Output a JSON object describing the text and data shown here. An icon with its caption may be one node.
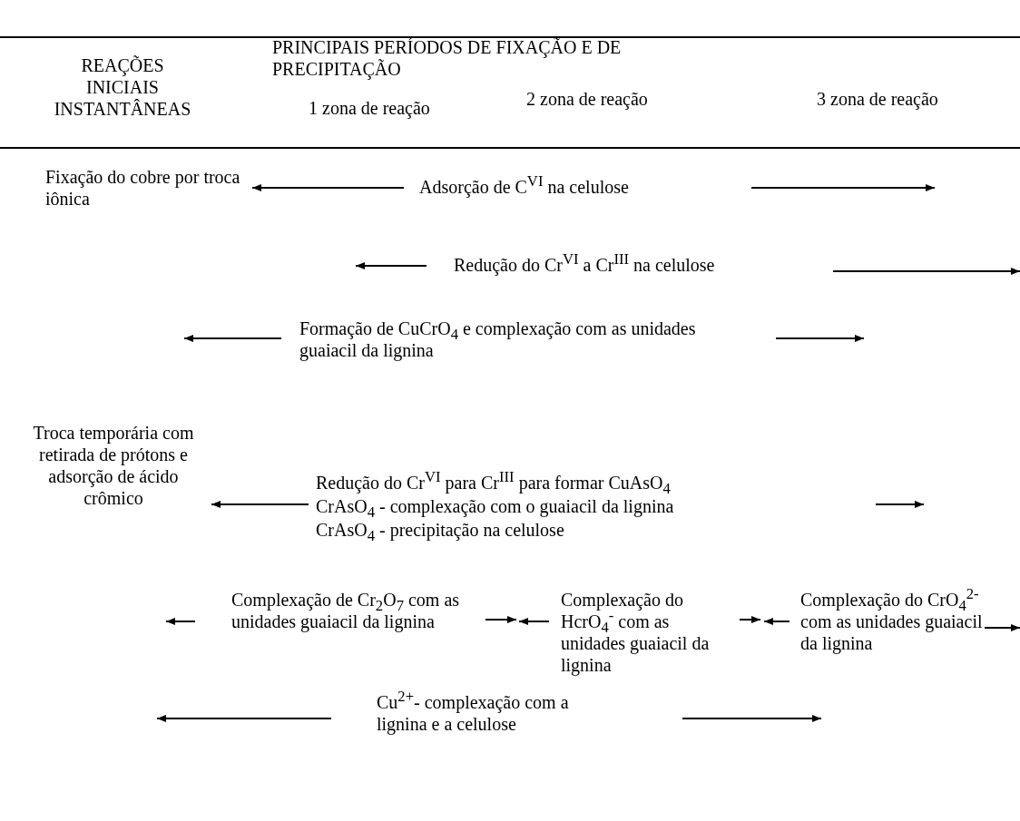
{
  "diagram": {
    "labels": [
      "REAÇÕES INICIAIS INSTANTÂNEAS",
      "PRINCIPAIS PERÍODOS DE FIXAÇÃO E DE PRECIPITAÇÃO",
      "1 zona de reação",
      "2 zona de reação",
      "3 zona de reação",
      "Fixação do cobre por troca iônica",
      "Adsorção de C$^{VI}$ na celulose",
      "Redução do Cr$^{VI}$ a Cr$^{III}$ na celulose",
      "Formação de CuCrO$_{4}$ e complexação com as unidades guaiacil da lignina",
      "Troca temporária com retirada de prótons e adsorção de ácido crômico",
      "Redução do Cr$^{VI}$ para Cr$^{III}$ para formar CuAsO$_{4}$",
      "CrAsO$_{4}$ - complexação com o guaiacil da lignina",
      "CrAsO$_{4}$ - precipitação na celulose",
      "Complexação de Cr$_{2}$O$_{7}$ com as unidades guaiacil da lignina",
      "Complexação do HcrO$_{4}$$^{-}$ com as unidades guaiacil da lignina",
      "Complexação do CrO$_{4}$$^{2-}$ com as unidades guaiacil da lignina",
      "Cu$^{2+}$- complexação com a lignina e a celulose"
    ]
  }
}
